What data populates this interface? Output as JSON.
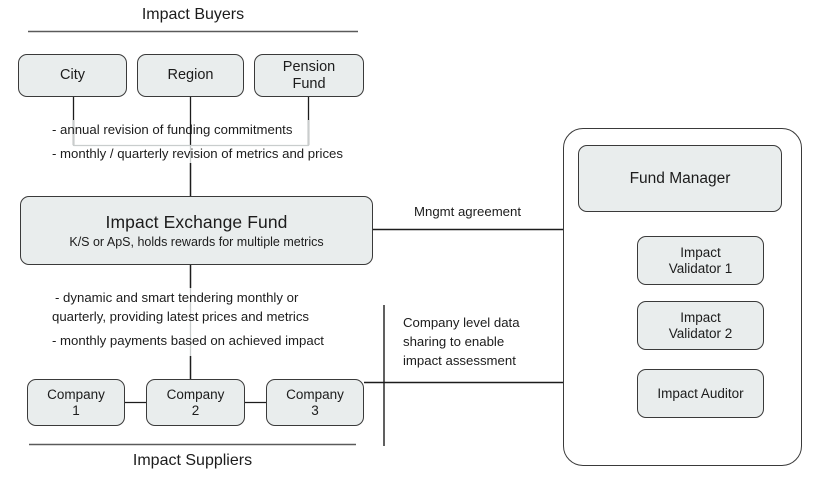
{
  "diagram": {
    "bands": {
      "top_label": "Impact Buyers",
      "bottom_label": "Impact Suppliers"
    },
    "buyers": [
      {
        "line1": "City",
        "line2": ""
      },
      {
        "line1": "Region",
        "line2": ""
      },
      {
        "line1": "Pension",
        "line2": "Fund"
      }
    ],
    "fund": {
      "title": "Impact Exchange Fund",
      "subtitle": "K/S or ApS, holds rewards for multiple metrics"
    },
    "buyer_notes": [
      "- annual revision of funding commitments",
      "- monthly / quarterly revision of metrics and prices"
    ],
    "supplier_notes": [
      "- dynamic and smart tendering monthly or",
      "quarterly, providing latest prices and metrics",
      "- monthly payments based on achieved impact"
    ],
    "suppliers": [
      {
        "line1": "Company",
        "line2": "1"
      },
      {
        "line1": "Company",
        "line2": "2"
      },
      {
        "line1": "Company",
        "line2": "3"
      }
    ],
    "edges": {
      "mngmt_agreement": "Mngmt agreement",
      "company_data_sharing": "Company level data\nsharing to enable\nimpact assessment"
    },
    "manager_group": {
      "manager": {
        "line1": "Fund Manager",
        "line2": ""
      },
      "members": [
        {
          "line1": "Impact",
          "line2": "Validator 1"
        },
        {
          "line1": "Impact",
          "line2": "Validator 2"
        },
        {
          "line1": "Impact Auditor",
          "line2": ""
        }
      ]
    },
    "colors": {
      "node_fill": "#e9eded",
      "node_stroke": "#3a3a3a",
      "line_dark": "#1c1c1c",
      "line_light": "#c9cdcd",
      "band_rule": "#5a5a5a",
      "background": "#ffffff"
    }
  }
}
